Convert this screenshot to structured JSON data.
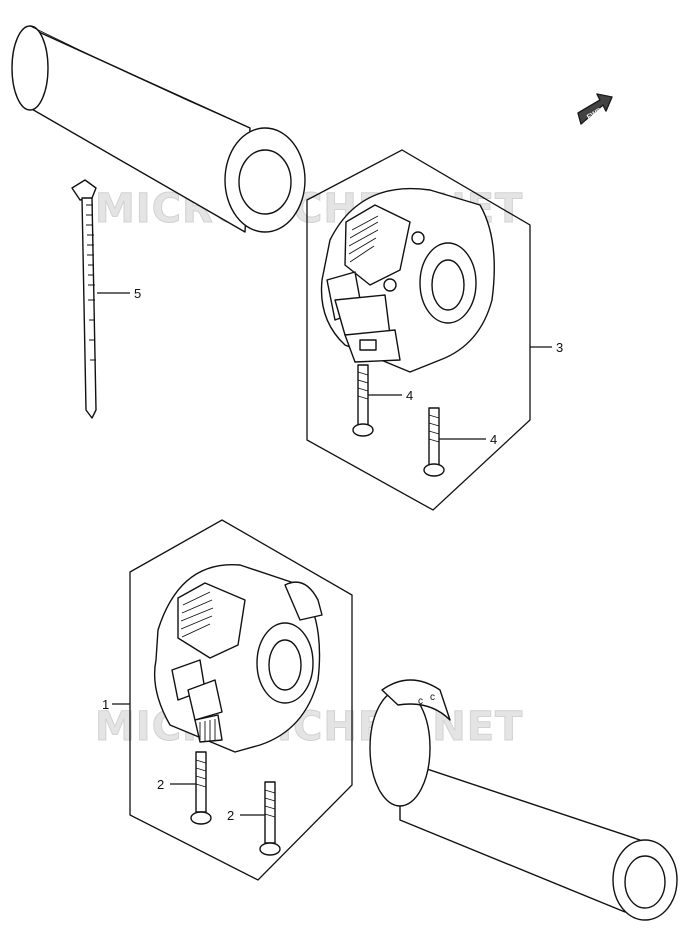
{
  "watermark": "MICROFICHES.NET",
  "fwd_label": "FWD",
  "callouts": {
    "c1": "1",
    "c2a": "2",
    "c2b": "2",
    "c3": "3",
    "c4a": "4",
    "c4b": "4",
    "c5": "5"
  },
  "parts": [
    {
      "ref": "1",
      "name": "left-handlebar-switch-assembly"
    },
    {
      "ref": "2",
      "name": "left-switch-screw"
    },
    {
      "ref": "3",
      "name": "right-handlebar-switch-assembly"
    },
    {
      "ref": "4",
      "name": "right-switch-screw"
    },
    {
      "ref": "5",
      "name": "cable-tie"
    }
  ]
}
